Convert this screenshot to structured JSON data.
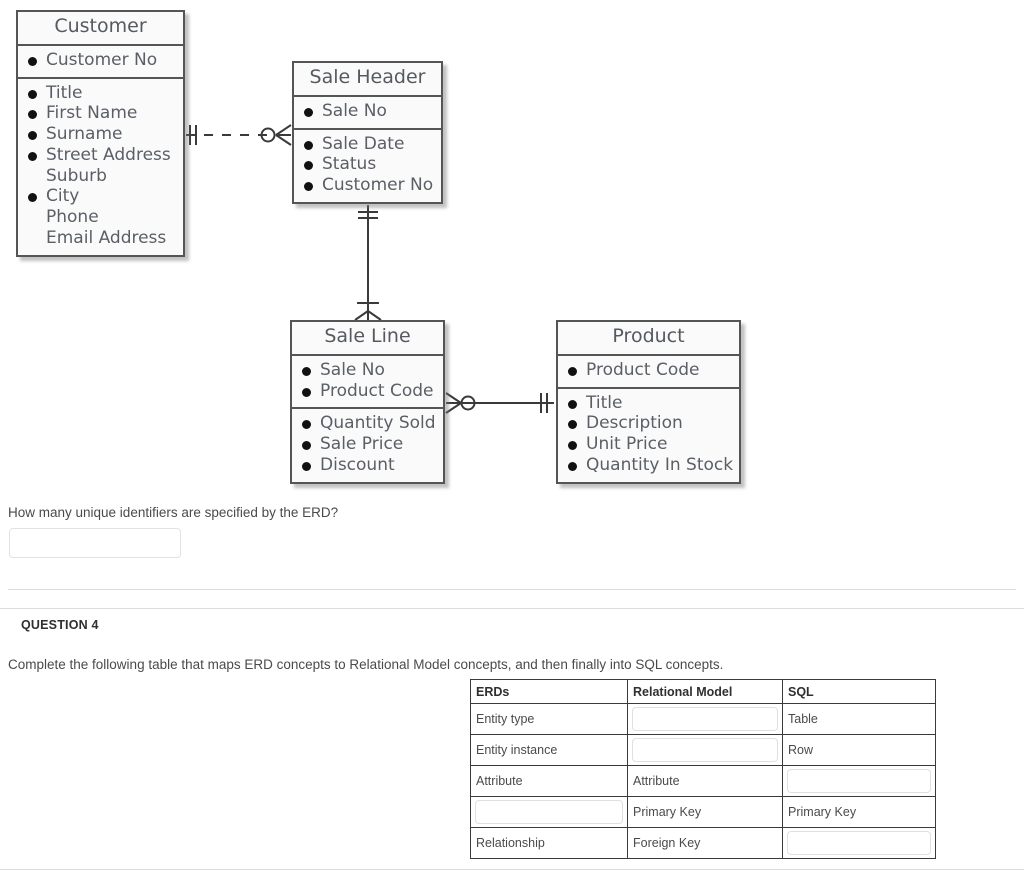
{
  "erd": {
    "entities": [
      {
        "id": "customer",
        "title": "Customer",
        "identifier_attrs": [
          {
            "label": "Customer No",
            "key": true
          }
        ],
        "attrs": [
          {
            "label": "Title",
            "key": true
          },
          {
            "label": "First Name",
            "key": true
          },
          {
            "label": "Surname",
            "key": true
          },
          {
            "label": "Street Address",
            "key": true
          },
          {
            "label": "Suburb",
            "key": false
          },
          {
            "label": "City",
            "key": true
          },
          {
            "label": "Phone",
            "key": false
          },
          {
            "label": "Email Address",
            "key": false
          }
        ]
      },
      {
        "id": "sale-header",
        "title": "Sale Header",
        "identifier_attrs": [
          {
            "label": "Sale No",
            "key": true
          }
        ],
        "attrs": [
          {
            "label": "Sale Date",
            "key": true
          },
          {
            "label": "Status",
            "key": true
          },
          {
            "label": "Customer No",
            "key": true
          }
        ]
      },
      {
        "id": "sale-line",
        "title": "Sale Line",
        "identifier_attrs": [
          {
            "label": "Sale No",
            "key": true
          },
          {
            "label": "Product Code",
            "key": true
          }
        ],
        "attrs": [
          {
            "label": "Quantity Sold",
            "key": true
          },
          {
            "label": "Sale Price",
            "key": true
          },
          {
            "label": "Discount",
            "key": true
          }
        ]
      },
      {
        "id": "product",
        "title": "Product",
        "identifier_attrs": [
          {
            "label": "Product Code",
            "key": true
          }
        ],
        "attrs": [
          {
            "label": "Title",
            "key": true
          },
          {
            "label": "Description",
            "key": true
          },
          {
            "label": "Unit Price",
            "key": true
          },
          {
            "label": "Quantity In Stock",
            "key": true
          }
        ]
      }
    ],
    "relationships": [
      {
        "id": "customer-sale-header",
        "style": "dashed",
        "from": "customer",
        "to": "sale-header"
      },
      {
        "id": "sale-header-sale-line",
        "style": "solid",
        "from": "sale-header",
        "to": "sale-line"
      },
      {
        "id": "sale-line-product",
        "style": "solid",
        "from": "sale-line",
        "to": "product"
      }
    ],
    "colors": {
      "entity_fill": "#fafafa",
      "entity_border": "#555555",
      "title_text": "#555a60",
      "attr_text": "#5a5f66",
      "key_dot": "#111111",
      "connector": "#3a3a3a"
    }
  },
  "question3": {
    "prompt": "How many unique identifiers are specified by the ERD?",
    "answer_value": ""
  },
  "question4": {
    "label": "QUESTION 4",
    "prompt": "Complete the following table that maps ERD concepts to Relational Model concepts, and then finally into SQL concepts.",
    "table": {
      "headers": [
        "ERDs",
        "Relational Model",
        "SQL"
      ],
      "rows": [
        [
          {
            "type": "text",
            "value": "Entity type"
          },
          {
            "type": "input",
            "value": ""
          },
          {
            "type": "text",
            "value": "Table"
          }
        ],
        [
          {
            "type": "text",
            "value": "Entity instance"
          },
          {
            "type": "input",
            "value": ""
          },
          {
            "type": "text",
            "value": "Row"
          }
        ],
        [
          {
            "type": "text",
            "value": "Attribute"
          },
          {
            "type": "text",
            "value": "Attribute"
          },
          {
            "type": "input",
            "value": ""
          }
        ],
        [
          {
            "type": "input",
            "value": ""
          },
          {
            "type": "text",
            "value": "Primary Key"
          },
          {
            "type": "text",
            "value": "Primary Key"
          }
        ],
        [
          {
            "type": "text",
            "value": "Relationship"
          },
          {
            "type": "text",
            "value": "Foreign Key"
          },
          {
            "type": "input",
            "value": ""
          }
        ]
      ]
    }
  }
}
